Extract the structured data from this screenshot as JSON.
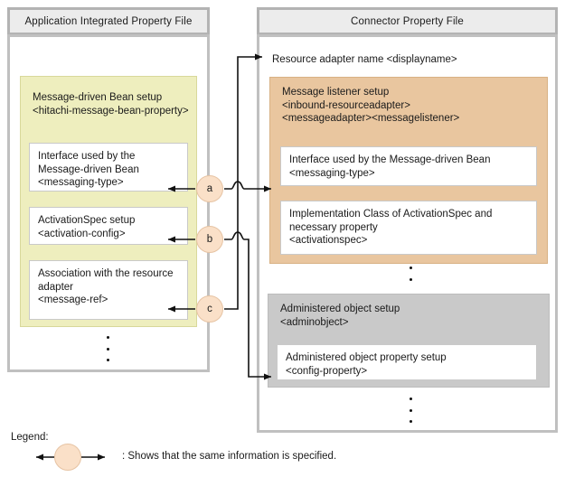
{
  "left_panel": {
    "header_title": "Application Integrated Property File",
    "group": {
      "title": "Message-driven Bean setup\n<hitachi-message-bean-property>",
      "boxes": [
        {
          "id": "messaging-type",
          "text": "Interface used by the\nMessage-driven Bean\n<messaging-type>"
        },
        {
          "id": "activation-config",
          "text": "ActivationSpec setup\n<activation-config>"
        },
        {
          "id": "message-ref",
          "text": "Association with the resource\nadapter\n<message-ref>"
        }
      ]
    },
    "ellipsis": "•••"
  },
  "right_panel": {
    "header_title": "Connector Property File",
    "resource_adapter_name": "Resource adapter name <displayname>",
    "listener_group": {
      "title": "Message listener setup\n<inbound-resourceadapter>\n<messageadapter><messagelistener>",
      "boxes": [
        {
          "id": "r-messaging-type",
          "text": "Interface used by the Message-driven Bean\n<messaging-type>"
        },
        {
          "id": "r-activationspec",
          "text": "Implementation Class of ActivationSpec and\nnecessary property\n<activationspec>"
        }
      ]
    },
    "admin_group": {
      "title": "Administered object setup\n<adminobject>",
      "boxes": [
        {
          "id": "r-config-property",
          "text": "Administered object property setup\n<config-property>"
        }
      ]
    },
    "ellipsis_middle": "••",
    "ellipsis_bottom": "•••"
  },
  "connectors": [
    {
      "id": "a",
      "label": "a"
    },
    {
      "id": "b",
      "label": "b"
    },
    {
      "id": "c",
      "label": "c"
    }
  ],
  "legend": {
    "label": "Legend:",
    "description": ": Shows that the same information is specified."
  },
  "colors": {
    "panel_border": "#c0c0c0",
    "header_fill": "#ececec",
    "header_border": "#b3b3b3",
    "yellow_group": "#eeeebe",
    "orange_group": "#e9c69f",
    "gray_group": "#c9c9c9",
    "connector_circle": "#fae0c8",
    "connector_circle_border": "#e6c3a3",
    "box_fill": "#ffffff",
    "box_border": "#c9c9c9",
    "line": "#111111",
    "text": "#1a1a1a"
  }
}
